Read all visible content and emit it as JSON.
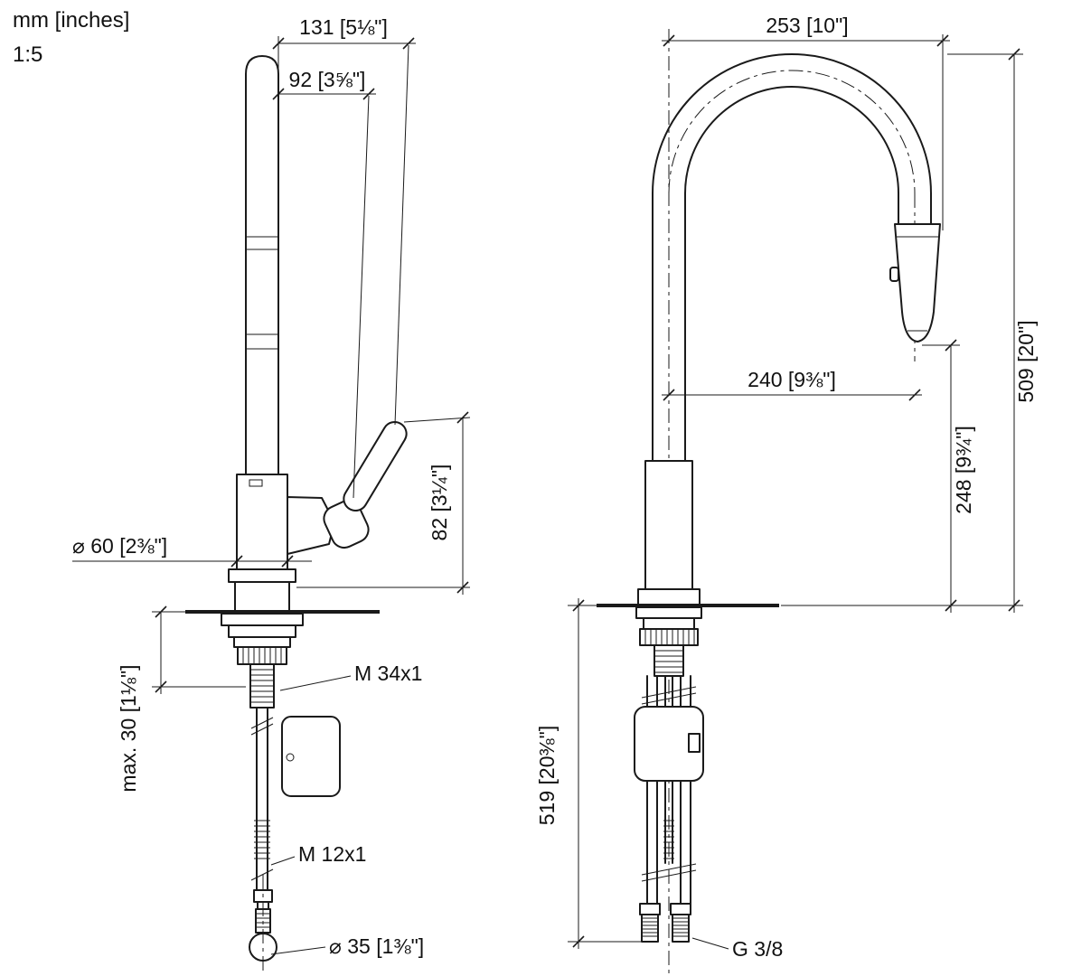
{
  "legend": {
    "units": "mm [inches]",
    "scale": "1:5"
  },
  "side_view": {
    "dim_width_overall": "131 [5⅛\"]",
    "dim_width_lever": "92 [3⅝\"]",
    "dim_lever_height": "82 [3¼\"]",
    "dim_base_diameter": "⌀ 60 [2⅜\"]",
    "dim_thread_shank": "M 34x1",
    "dim_max_counter_thickness": "max. 30 [1⅛\"]",
    "dim_thread_rod": "M 12x1",
    "dim_hose_end_diameter": "⌀ 35 [1⅜\"]"
  },
  "front_view": {
    "dim_width_overall": "253 [10\"]",
    "dim_spout_reach": "240 [9⅜\"]",
    "dim_total_height": "509 [20\"]",
    "dim_outlet_height": "248 [9¾\"]",
    "dim_under_counter_length": "519 [20⅜\"]",
    "dim_connection_thread": "G 3/8"
  }
}
